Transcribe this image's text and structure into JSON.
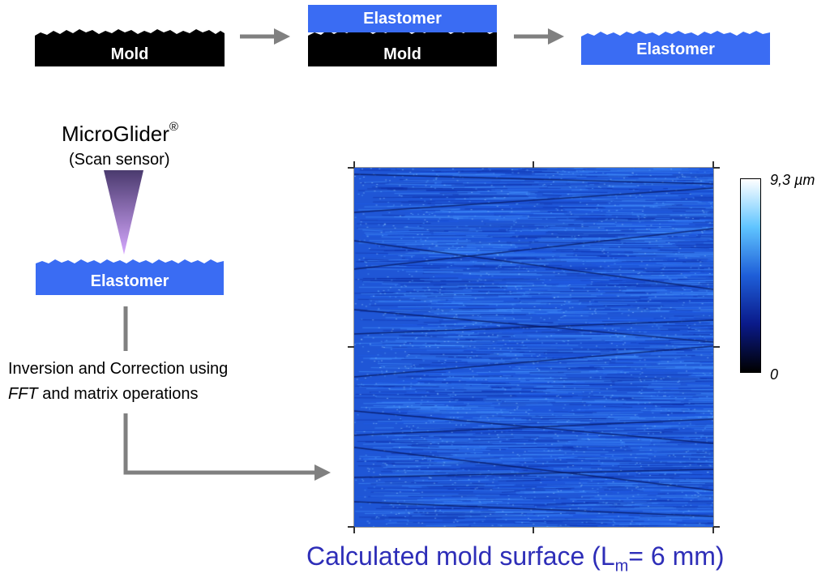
{
  "process": {
    "step1": {
      "mold_label": "Mold"
    },
    "step2": {
      "elastomer_label": "Elastomer",
      "mold_label": "Mold"
    },
    "step3": {
      "elastomer_label": "Elastomer"
    }
  },
  "sensor": {
    "name": "MicroGlider",
    "trademark": "®",
    "subtitle": "(Scan sensor)",
    "sample_label": "Elastomer"
  },
  "processing": {
    "line1": "Inversion and Correction using",
    "line2_italic": "FFT",
    "line2_rest": " and matrix operations"
  },
  "colorscale": {
    "max_label": "9,3 µm",
    "min_label": "0"
  },
  "caption": {
    "prefix": "Calculated mold surface (L",
    "subscript": "m",
    "suffix": "= 6 mm)"
  },
  "colors": {
    "elastomer": "#3a6cf3",
    "mold": "#000000",
    "arrow": "#808080",
    "caption": "#2e2eb8",
    "cone_top": "#4a3a6e",
    "cone_bottom": "#d6a8ff"
  }
}
